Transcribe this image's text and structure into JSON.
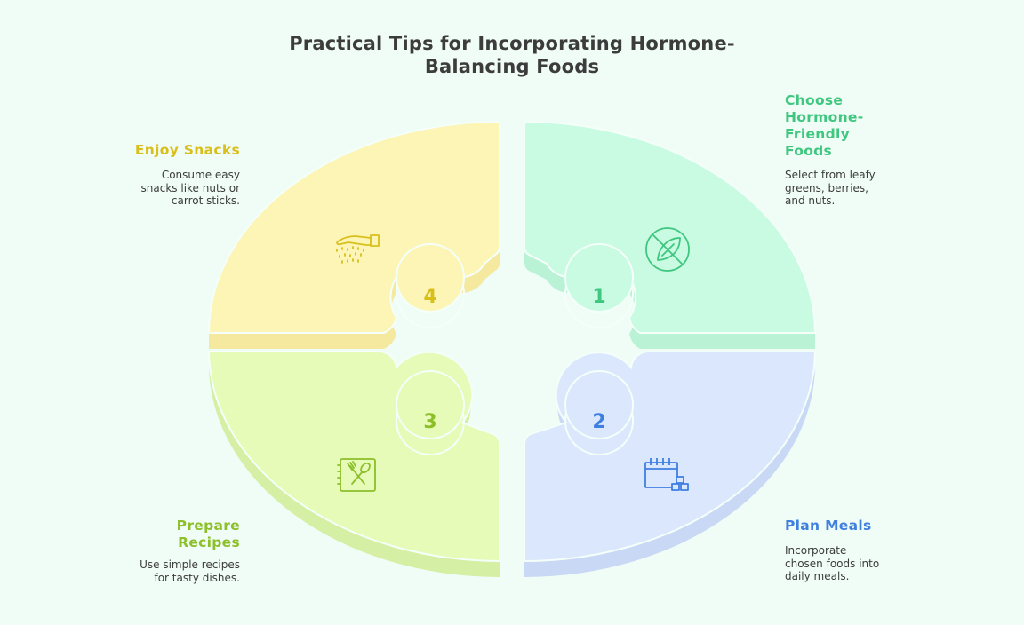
{
  "title": "Practical Tips for Incorporating Hormone-Balancing Foods",
  "colors": {
    "background": "#f0fcf6",
    "q1": "#c9fbe3",
    "q1_accent": "#3fc77f",
    "q2": "#dbe7fd",
    "q2_accent": "#3f7fe0",
    "q3": "#e6fbb8",
    "q3_accent": "#8cbf2a",
    "q4": "#fdf5b6",
    "q4_accent": "#d9bf1c"
  },
  "steps": [
    {
      "number": "1",
      "label": "Choose Hormone-Friendly Foods",
      "label_lines": [
        "Choose",
        "Hormone-",
        "Friendly",
        "Foods"
      ],
      "desc_lines": [
        "Select from leafy",
        "greens, berries,",
        "and nuts."
      ],
      "icon": "leaf-crossed-icon"
    },
    {
      "number": "2",
      "label": "Plan Meals",
      "label_lines": [
        "Plan Meals"
      ],
      "desc_lines": [
        "Incorporate",
        "chosen foods into",
        "daily meals."
      ],
      "icon": "calendar-blocks-icon"
    },
    {
      "number": "3",
      "label": "Prepare Recipes",
      "label_lines": [
        "Prepare",
        "Recipes"
      ],
      "desc_lines": [
        "Use simple recipes",
        "for tasty dishes."
      ],
      "icon": "recipe-book-icon"
    },
    {
      "number": "4",
      "label": "Enjoy Snacks",
      "label_lines": [
        "Enjoy Snacks"
      ],
      "desc_lines": [
        "Consume easy",
        "snacks like nuts or",
        "carrot sticks."
      ],
      "icon": "hand-sprinkle-icon"
    }
  ]
}
